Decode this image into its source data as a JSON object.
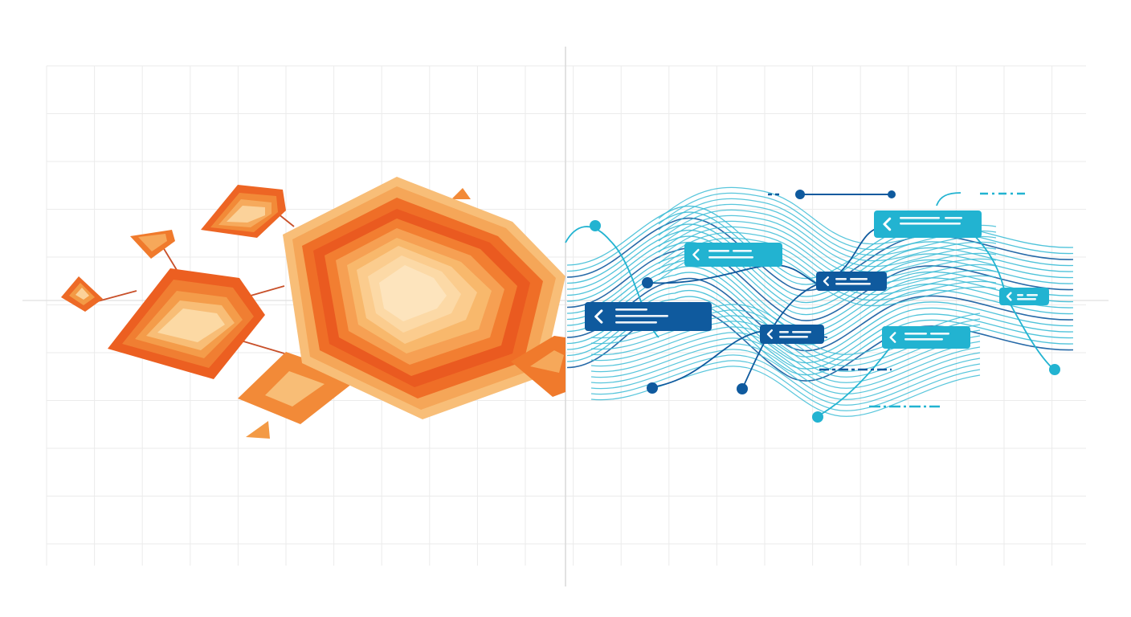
{
  "palette": {
    "background": "#ffffff",
    "grid": "#ebebeb",
    "divider": "#d9d9d9",
    "orange_dark": "#e8521c",
    "orange": "#f07a2c",
    "orange_mid": "#f39a45",
    "orange_light": "#f8c07c",
    "orange_pale": "#fde4bd",
    "connector": "#c8502a",
    "teal": "#22b3d1",
    "teal_line": "#3cbcd6",
    "navy": "#0f5a9e",
    "white": "#ffffff"
  },
  "icons": {
    "chevron": "chevron-left-icon",
    "node": "node-dot-icon"
  },
  "left_panel": {
    "description_shapes": [
      "hexagon-cluster",
      "diamond-nodes",
      "connector-lines"
    ]
  },
  "right_panel": {
    "description_shapes": [
      "flow-lines",
      "node-dots",
      "label-tags"
    ]
  }
}
